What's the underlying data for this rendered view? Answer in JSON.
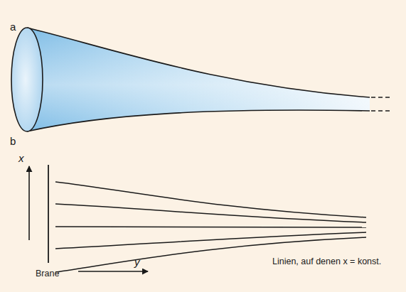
{
  "diagram": {
    "labels": [
      "a",
      "b",
      "x",
      "y",
      "Brane",
      "Linien, auf denen x = konst."
    ]
  }
}
